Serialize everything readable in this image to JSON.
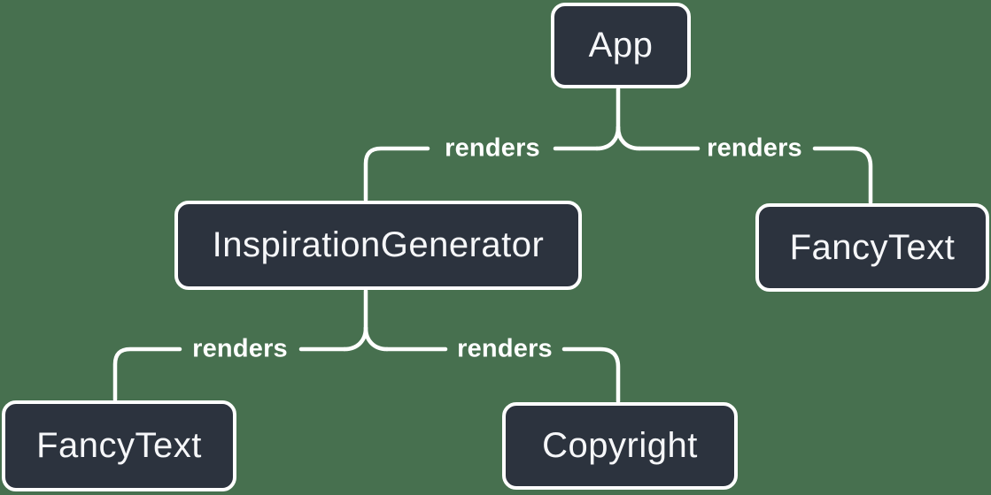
{
  "diagram": {
    "type": "component-render-tree",
    "background_color": "#47704F",
    "node_fill_color": "#2C333E",
    "node_border_color": "#FFFFFF",
    "line_color": "#FFFFFF",
    "node_text_color": "#F6F7F9",
    "nodes": [
      {
        "id": "app",
        "label": "App"
      },
      {
        "id": "inspiration-generator",
        "label": "InspirationGenerator"
      },
      {
        "id": "fancy-text-right",
        "label": "FancyText"
      },
      {
        "id": "fancy-text-left",
        "label": "FancyText"
      },
      {
        "id": "copyright",
        "label": "Copyright"
      }
    ],
    "edges": [
      {
        "from": "App",
        "to": "InspirationGenerator",
        "label": "renders"
      },
      {
        "from": "App",
        "to": "FancyText",
        "label": "renders"
      },
      {
        "from": "InspirationGenerator",
        "to": "FancyText",
        "label": "renders"
      },
      {
        "from": "InspirationGenerator",
        "to": "Copyright",
        "label": "renders"
      }
    ]
  }
}
